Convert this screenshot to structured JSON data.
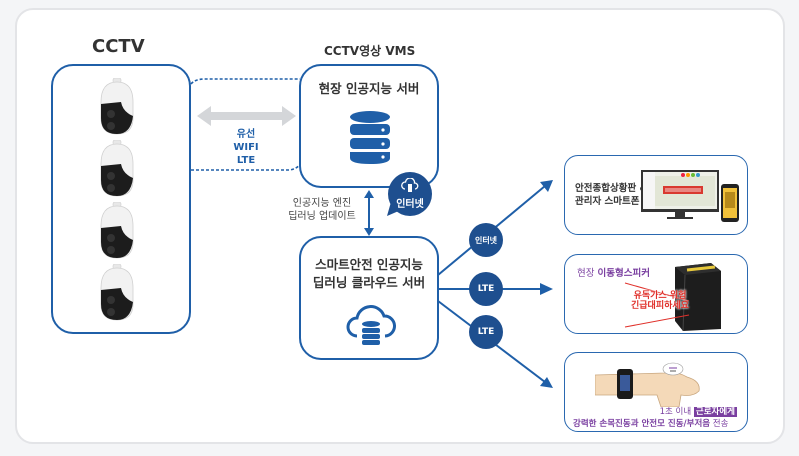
{
  "cctv": {
    "title": "CCTV",
    "camera_count": 4,
    "camera_icon": "dome-camera-icon"
  },
  "link": {
    "lines": [
      "유선",
      "WIFI",
      "LTE"
    ]
  },
  "vms": {
    "heading": "CCTV영상 VMS",
    "server_title": "현장 인공지능 서버",
    "icon": "database-icon"
  },
  "internet_bubble": {
    "label": "인터넷",
    "icon": "cloud-server-icon"
  },
  "update": {
    "lines": [
      "인공지능 엔진",
      "딥러닝 업데이트"
    ]
  },
  "cloud": {
    "title_lines": [
      "스마트안전 인공지능",
      "딥러닝 클라우드 서버"
    ],
    "icon": "cloud-database-icon"
  },
  "connectors": [
    {
      "label": "인터넷"
    },
    {
      "label": "LTE"
    },
    {
      "label": "LTE"
    }
  ],
  "outputs": {
    "dashboard": {
      "lines": [
        "안전종합상황판 &",
        "관리자 스마트폰"
      ],
      "icon": "monitor-smartphone-icon"
    },
    "speaker": {
      "label_plain": "현장 ",
      "label_bold": "이동형스피커",
      "alert_lines": [
        "유독가스 위험",
        "긴급대피하세요"
      ],
      "icon": "speaker-icon"
    },
    "wearable": {
      "line1_plain": "1초 이내 ",
      "line1_highlight": "근로자에게",
      "line2_bold": "강력한 손목진동과 안전모 진동/부저음",
      "line2_plain": " 전송",
      "icon": "smartwatch-wrist-icon"
    }
  },
  "colors": {
    "primary": "#1f5fa8",
    "dark_blue": "#1e4f8f",
    "purple": "#7a3fa0",
    "alert_red": "#e0302a"
  }
}
